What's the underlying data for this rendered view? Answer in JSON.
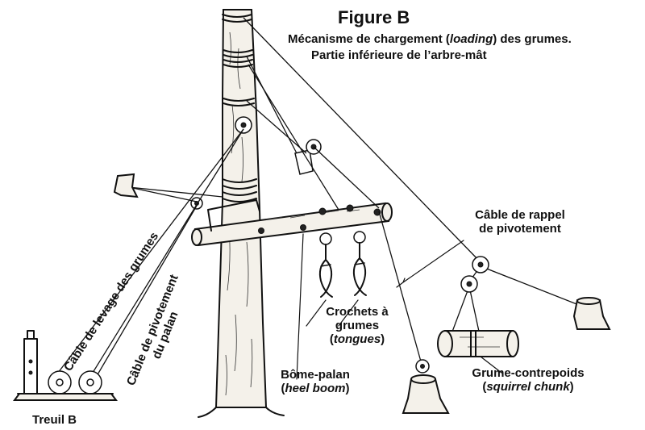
{
  "figure": {
    "title": "Figure B",
    "subtitle_pre": "Mécanisme de chargement (",
    "subtitle_italic": "loading",
    "subtitle_post": ") des grumes.",
    "subtitle_line2": "Partie inférieure de l’arbre-mât"
  },
  "labels": {
    "rappel_line1": "Câble de rappel",
    "rappel_line2": "de pivotement",
    "crochets_line1": "Crochets à",
    "crochets_line2": "grumes",
    "crochets_italic": "tongues",
    "bome_line1": "Bôme-palan",
    "bome_italic": "heel boom",
    "contrepoids_line1": "Grume-contrepoids",
    "contrepoids_italic": "squirrel chunk",
    "levage": "Câble de levage des grumes",
    "pivot_line1": "Câble de pivotement",
    "pivot_line2": "du palan",
    "treuil": "Treuil B"
  }
}
